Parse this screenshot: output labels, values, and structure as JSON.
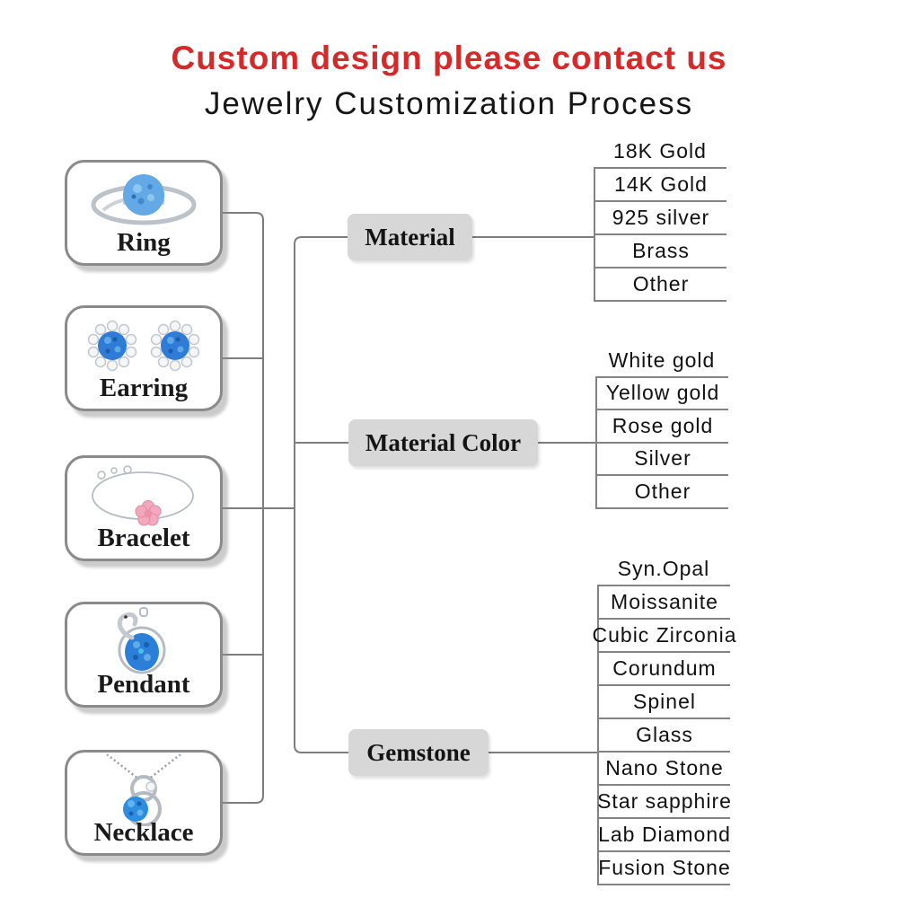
{
  "header": {
    "line1": "Custom design please contact us",
    "line2": "Jewelry Customization Process"
  },
  "colors": {
    "accent_red": "#d42a2a",
    "category_box_gray": "#d7d7d7",
    "connector_gray": "#7d7d7d",
    "gem_blue": "#2e7fd8"
  },
  "products": [
    {
      "label": "Ring",
      "icon": "ring-image"
    },
    {
      "label": "Earring",
      "icon": "earring-image"
    },
    {
      "label": "Bracelet",
      "icon": "bracelet-image"
    },
    {
      "label": "Pendant",
      "icon": "pendant-image"
    },
    {
      "label": "Necklace",
      "icon": "necklace-image"
    }
  ],
  "categories": [
    {
      "label": "Material",
      "options": [
        "18K Gold",
        "14K Gold",
        "925 silver",
        "Brass",
        "Other"
      ]
    },
    {
      "label": "Material Color",
      "options": [
        "White gold",
        "Yellow gold",
        "Rose gold",
        "Silver",
        "Other"
      ]
    },
    {
      "label": "Gemstone",
      "options": [
        "Syn.Opal",
        "Moissanite",
        "Cubic Zirconia",
        "Corundum",
        "Spinel",
        "Glass",
        "Nano Stone",
        "Star sapphire",
        "Lab Diamond",
        "Fusion Stone"
      ]
    }
  ]
}
